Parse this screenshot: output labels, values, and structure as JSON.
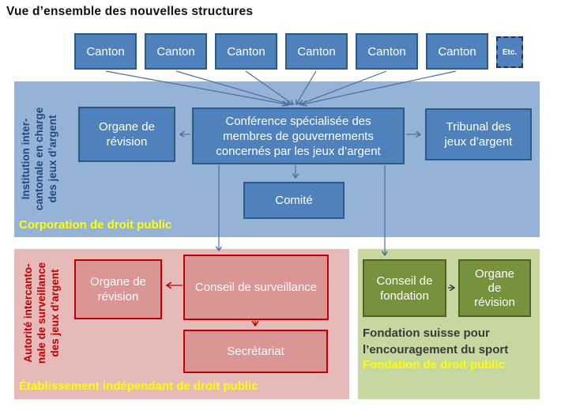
{
  "title": "Vue d’ensemble des nouvelles structures",
  "cantons": {
    "labels": [
      "Canton",
      "Canton",
      "Canton",
      "Canton",
      "Canton",
      "Canton"
    ],
    "etc_label": "Etc."
  },
  "blue_region": {
    "side_label": "Institution inter-\ncantonale en charge\ndes jeux d’argent",
    "organe_revision": "Organe de\nrévision",
    "conference": "Conférence spécialisée des\nmembres de gouvernements\nconcernés par les jeux d’argent",
    "tribunal": "Tribunal des\njeux d’argent",
    "comite": "Comité",
    "footer": "Corporation de droit public"
  },
  "pink_region": {
    "side_label": "Autorité intercanto-\nnale de surveillance\ndes jeux d’argent",
    "organe_revision": "Organe de\nrévision",
    "conseil_surveillance": "Conseil de surveillance",
    "secretariat": "Secrétariat",
    "footer": "Établissement indépendant de droit public"
  },
  "green_region": {
    "conseil_fondation": "Conseil de\nfondation",
    "organe_revision": "Organe\nde\nrévision",
    "caption": "Fondation suisse pour\nl’encouragement du sport",
    "footer": "Fondation de droit public"
  },
  "colors": {
    "box_blue_fill": "#4f81bd",
    "box_blue_border": "#2d5986",
    "region_blue": "#95b3d7",
    "region_pink": "#e6bab9",
    "box_pink_fill": "#d99694",
    "box_pink_border": "#c00000",
    "region_green": "#c6d8a0",
    "box_green_fill": "#76923c",
    "box_green_border": "#4f6228",
    "label_yellow": "#ffff00",
    "side_label_blue": "#1f497d",
    "side_label_red": "#c00000",
    "arrow_blue": "#4a6d9e",
    "arrow_red": "#c00000",
    "arrow_dark": "#404040"
  }
}
